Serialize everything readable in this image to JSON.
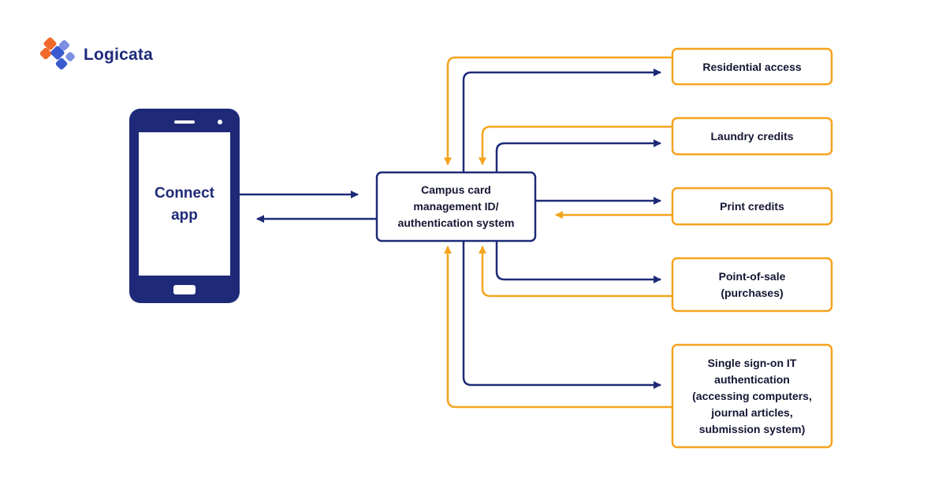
{
  "brand": {
    "name": "Logicata"
  },
  "phone": {
    "app_label": "Connect\napp"
  },
  "center": {
    "label": "Campus card\nmanagement ID/\nauthentication system"
  },
  "services": [
    {
      "label": "Residential access"
    },
    {
      "label": "Laundry credits"
    },
    {
      "label": "Print credits"
    },
    {
      "label": "Point-of-sale\n(purchases)"
    },
    {
      "label": "Single sign-on IT\nauthentication\n(accessing computers,\njournal articles,\nsubmission system)"
    }
  ],
  "colors": {
    "navy": "#1e2a78",
    "orange": "#f5a41e",
    "logo_orange": "#f26a2b",
    "logo_blue": "#3a5bd0",
    "logo_light_blue": "#7b8fe0",
    "text": "#141633"
  }
}
